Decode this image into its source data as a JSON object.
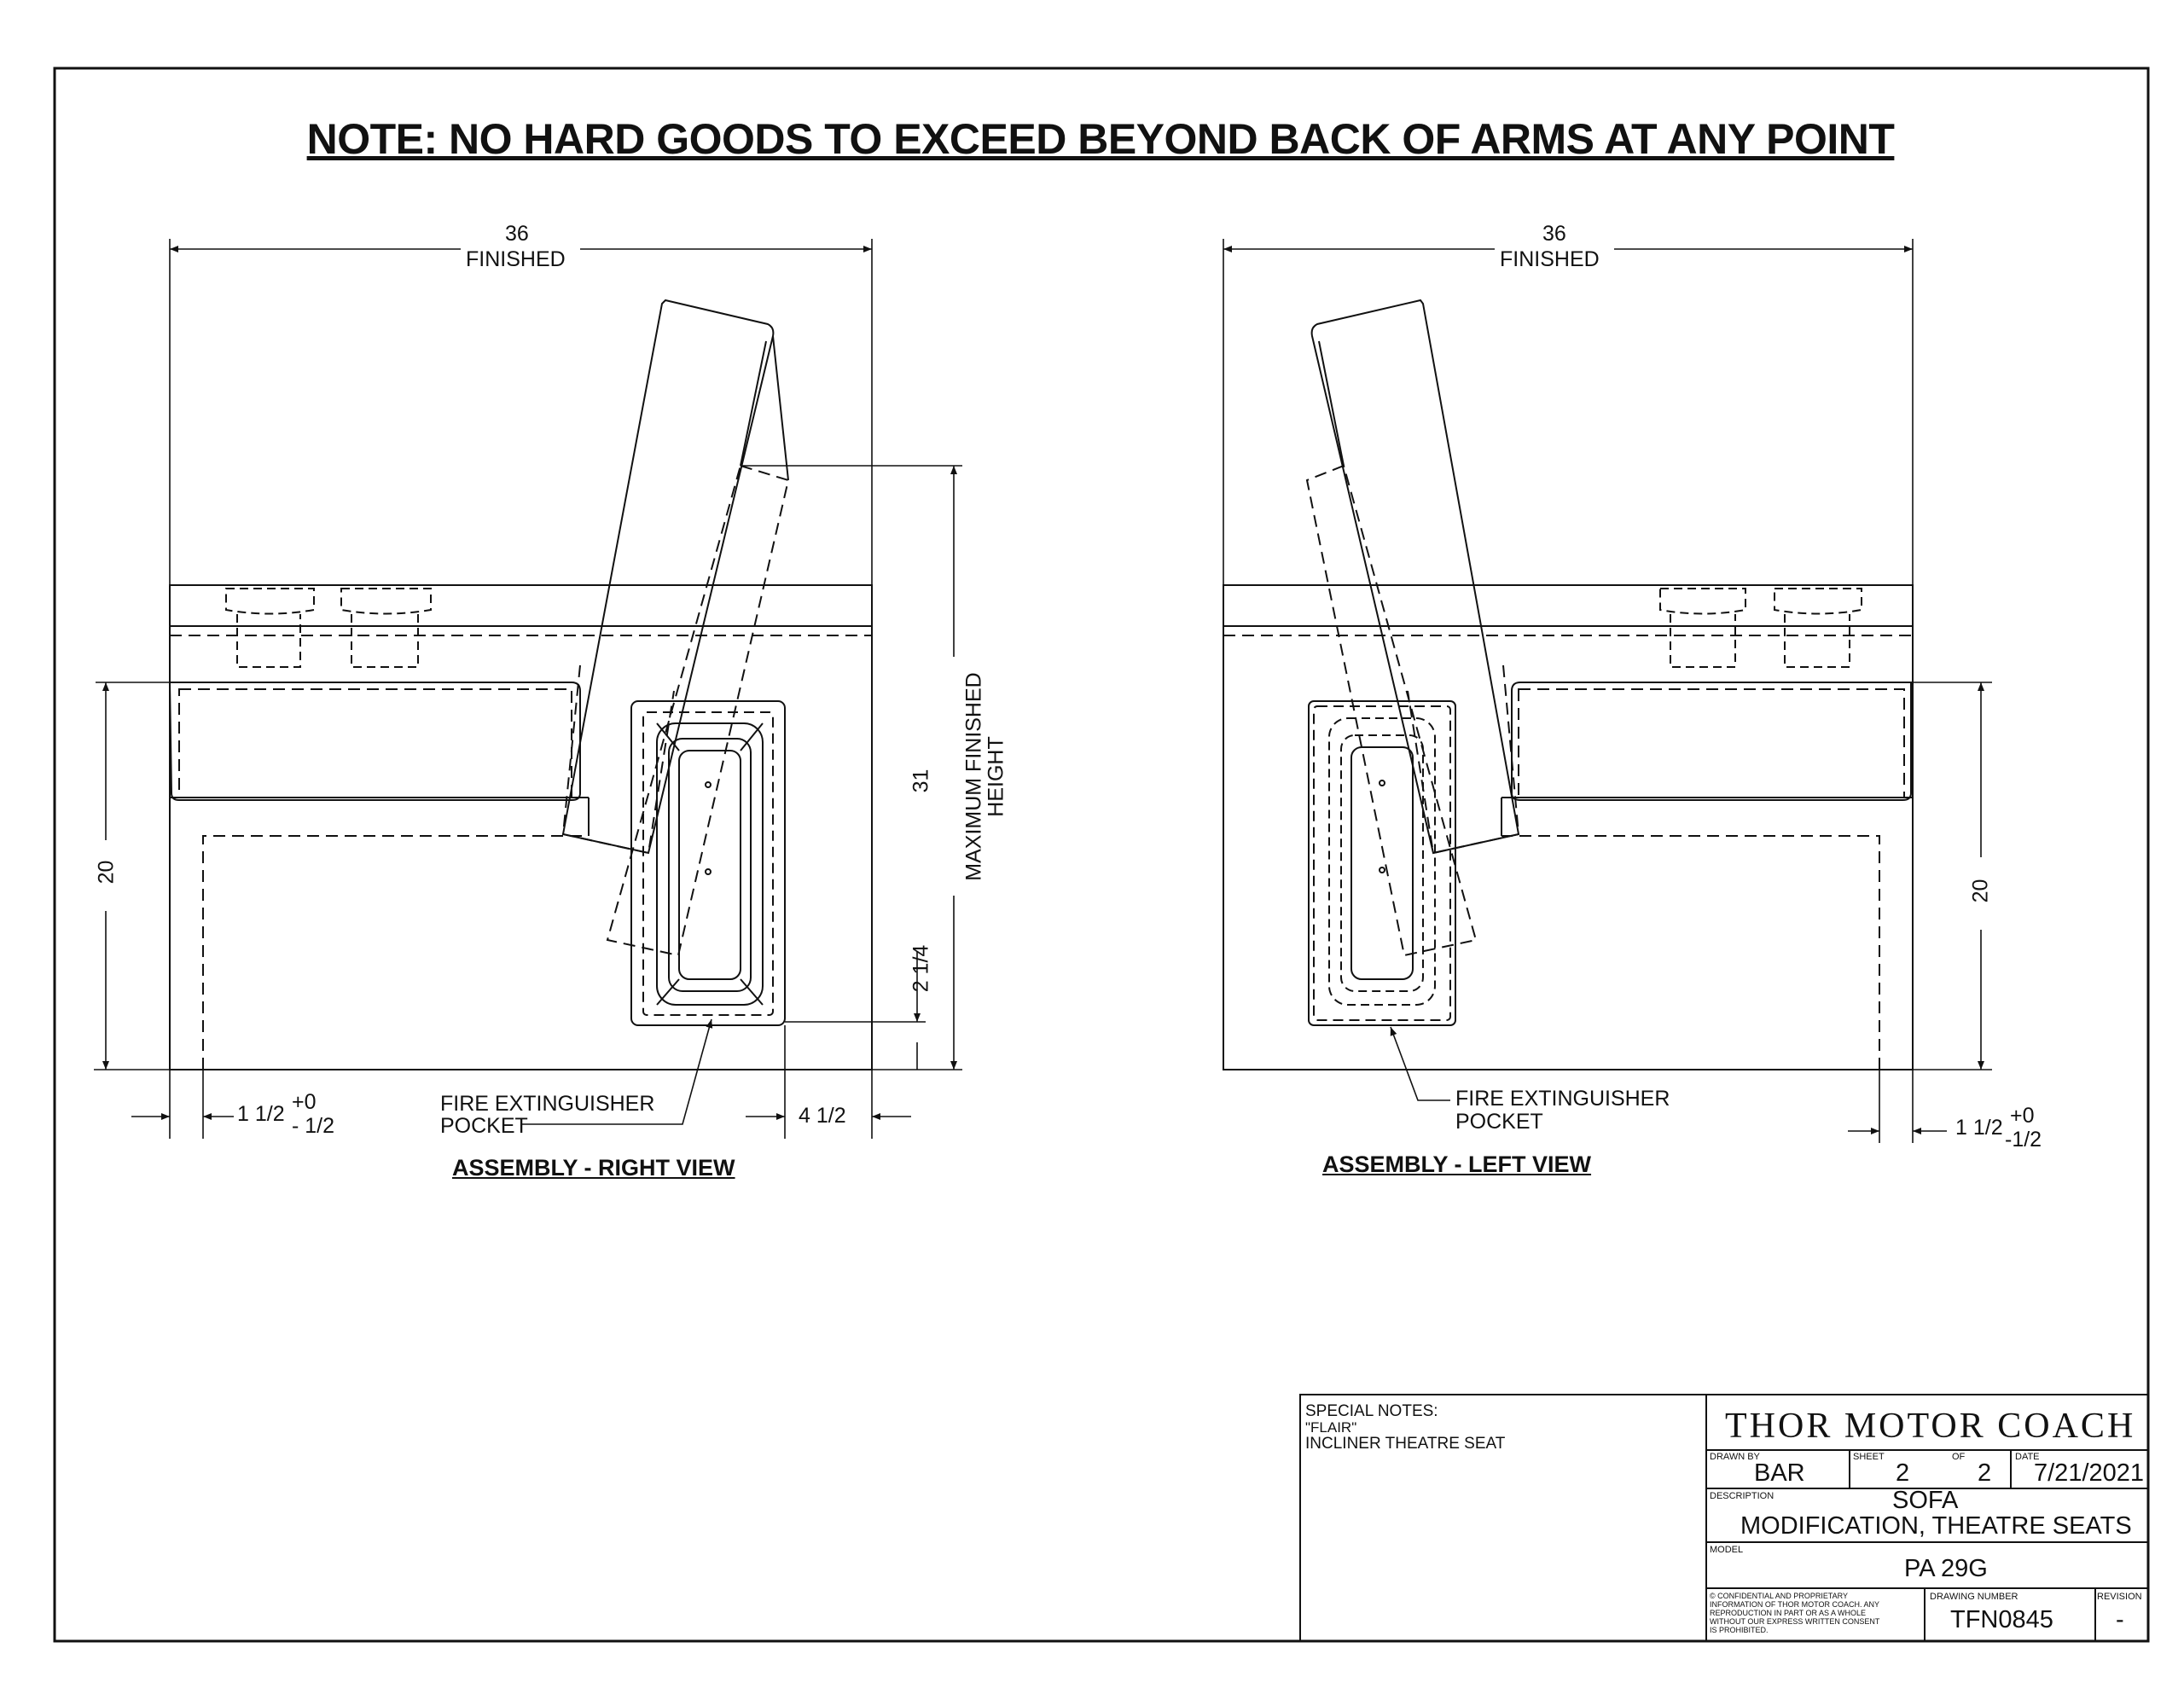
{
  "note": "NOTE: NO HARD GOODS TO EXCEED BEYOND BACK OF ARMS AT ANY POINT",
  "right_view": {
    "title": "ASSEMBLY - RIGHT VIEW",
    "width_value": "36",
    "width_label": "FINISHED",
    "height_value": "31",
    "height_label_1": "MAXIMUM FINISHED",
    "height_label_2": "HEIGHT",
    "seat_height": "20",
    "offset_main": "1 1/2",
    "offset_plus": "+0",
    "offset_minus": "- 1/2",
    "pocket_offset": "4 1/2",
    "pocket_bottom": "2 1/4",
    "pocket_label_1": "FIRE EXTINGUISHER",
    "pocket_label_2": "POCKET"
  },
  "left_view": {
    "title": "ASSEMBLY - LEFT VIEW",
    "width_value": "36",
    "width_label": "FINISHED",
    "seat_height": "20",
    "offset_main": "1 1/2",
    "offset_plus": "+0",
    "offset_minus": "-1/2",
    "pocket_label_1": "FIRE EXTINGUISHER",
    "pocket_label_2": "POCKET"
  },
  "title_block": {
    "special_notes_label": "SPECIAL NOTES:",
    "special_notes_line1": "\"FLAIR\"",
    "special_notes_line2": "INCLINER THEATRE SEAT",
    "company": "THOR MOTOR COACH",
    "drawn_by_label": "DRAWN BY",
    "drawn_by": "BAR",
    "sheet_label": "SHEET",
    "sheet": "2",
    "of_label": "OF",
    "of": "2",
    "date_label": "DATE",
    "date": "7/21/2021",
    "description_label": "DESCRIPTION",
    "description_1": "SOFA",
    "description_2": "MODIFICATION, THEATRE SEATS",
    "model_label": "MODEL",
    "model": "PA 29G",
    "confidential_1": "© CONFIDENTIAL AND PROPRIETARY",
    "confidential_2": "INFORMATION OF THOR MOTOR COACH. ANY",
    "confidential_3": "REPRODUCTION IN PART OR AS A WHOLE",
    "confidential_4": "WITHOUT OUR EXPRESS WRITTEN CONSENT",
    "confidential_5": "IS PROHIBITED.",
    "drawing_number_label": "DRAWING NUMBER",
    "drawing_number": "TFN0845",
    "revision_label": "REVISION",
    "revision": "-"
  }
}
